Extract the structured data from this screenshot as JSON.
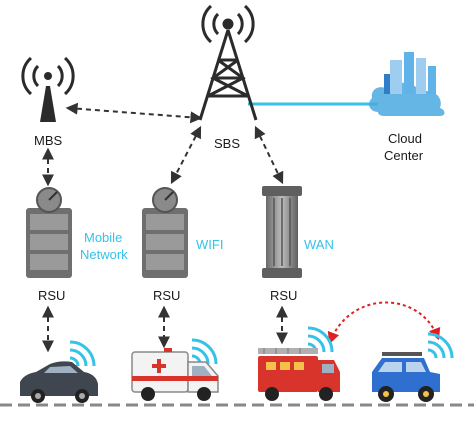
{
  "nodes": {
    "mbs": {
      "label": "MBS"
    },
    "sbs": {
      "label": "SBS"
    },
    "cloud": {
      "line1": "Cloud",
      "line2": "Center"
    },
    "rsu1": {
      "label": "RSU",
      "link_label_line1": "Mobile",
      "link_label_line2": "Network"
    },
    "rsu2": {
      "label": "RSU",
      "link_label": "WIFI"
    },
    "rsu3": {
      "label": "RSU",
      "link_label": "WAN"
    }
  },
  "vehicles": [
    {
      "name": "car"
    },
    {
      "name": "ambulance"
    },
    {
      "name": "fire-truck"
    },
    {
      "name": "jeep"
    }
  ],
  "colors": {
    "accent": "#35c2e8",
    "dark": "#2b2b2b",
    "red": "#d9342b",
    "v2v_link": "#e02020",
    "cloud_blue": "#4aa8e0"
  }
}
